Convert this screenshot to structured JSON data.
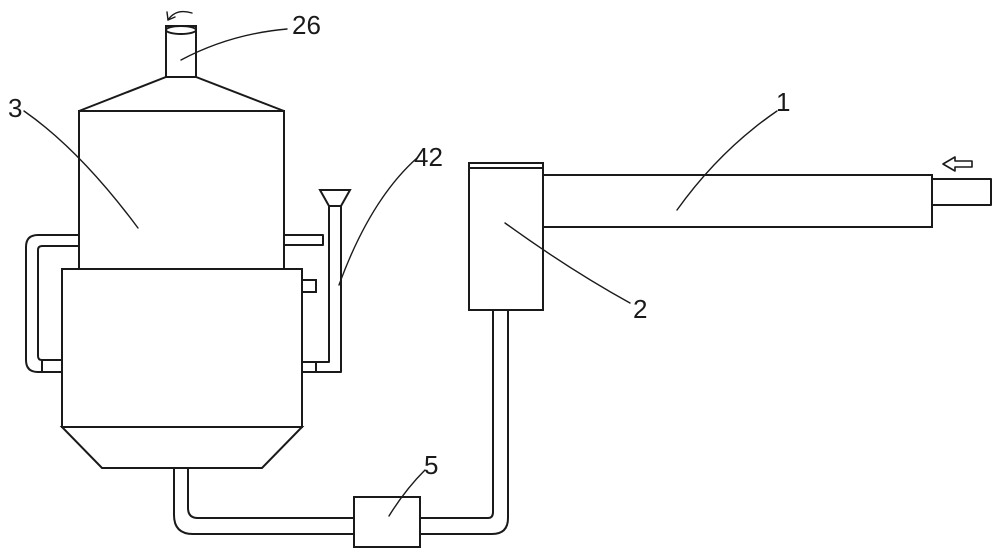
{
  "diagram": {
    "labels": {
      "exhaust_outlet": "26",
      "tower": "3",
      "feed_funnel": "42",
      "inlet_pipe": "1",
      "separator_box": "2",
      "pump": "5"
    },
    "icons": {
      "inlet_flow": "arrow-left-icon",
      "exhaust_flow": "rotation-arrow-icon"
    },
    "stroke_color": "#1a1a1a",
    "background_color": "#ffffff"
  }
}
